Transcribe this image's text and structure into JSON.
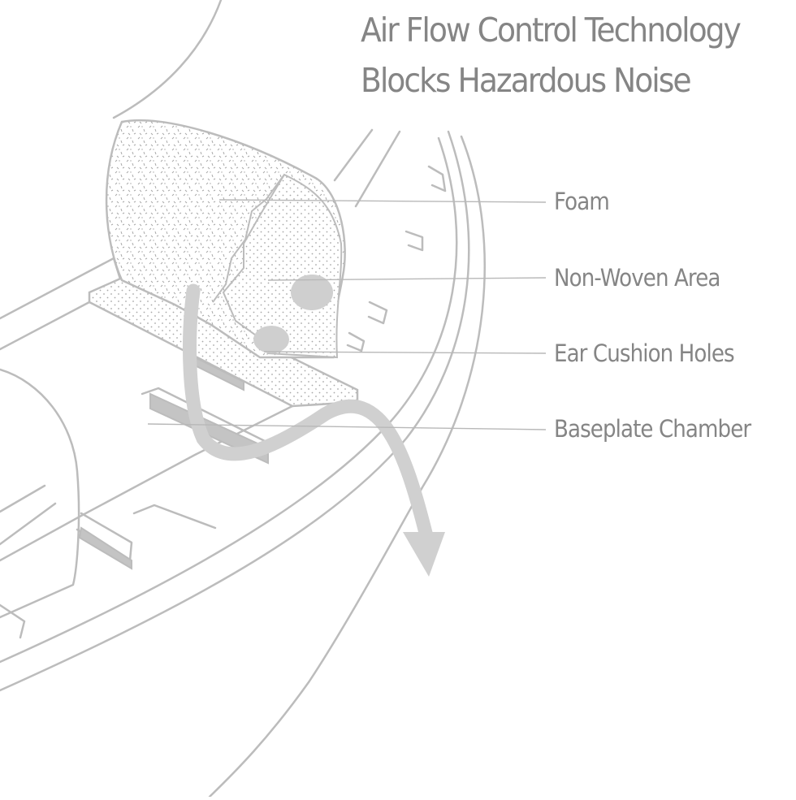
{
  "diagram": {
    "title_line_1": "Air Flow Control Technology",
    "title_line_2": "Blocks Hazardous Noise",
    "labels": {
      "foam": "Foam",
      "non_woven": "Non-Woven Area",
      "ear_cushion_holes": "Ear Cushion Holes",
      "baseplate_chamber": "Baseplate Chamber"
    }
  },
  "colors": {
    "line": "#bcbcbc",
    "text": "#858585",
    "arrow": "#d0d0d0",
    "spot": "#cfcfcf",
    "dark_fill": "#c4c4c4"
  }
}
